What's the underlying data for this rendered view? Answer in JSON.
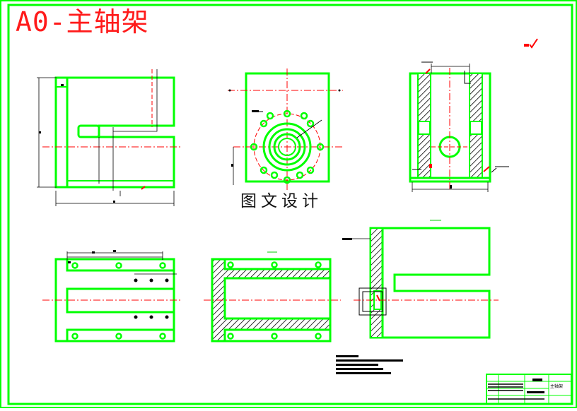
{
  "drawing": {
    "title": "A0-主轴架",
    "watermark": "图文设计",
    "title_block_name": "主轴架"
  },
  "colors": {
    "outline": "#00ff00",
    "centerline": "#ff0000",
    "dimension": "#000000",
    "hatch": "#00cc00",
    "title_text": "#ff1a1a",
    "background": "#ffffff"
  }
}
